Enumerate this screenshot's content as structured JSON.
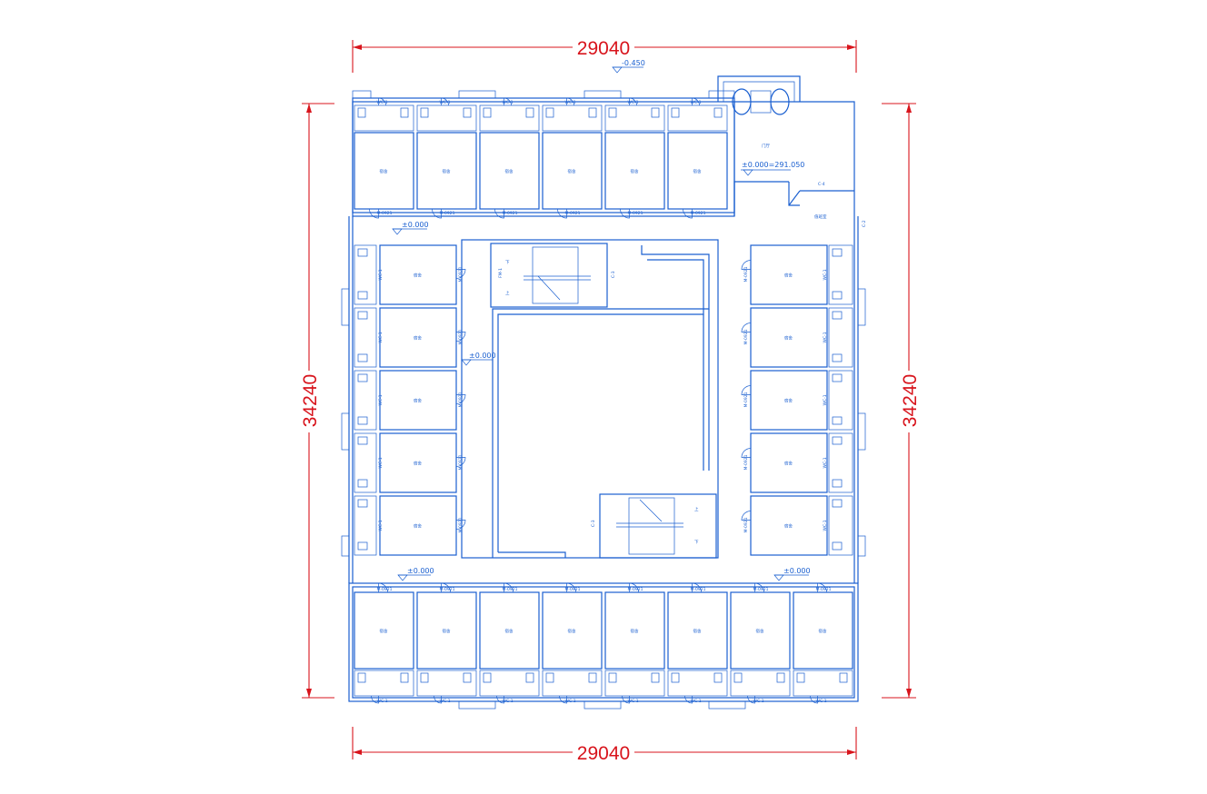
{
  "dimensions": {
    "top_width": "29040",
    "bottom_width": "29040",
    "left_height": "34240",
    "right_height": "34240"
  },
  "levels": {
    "entrance": "-0.450",
    "base_elevation": "±0.000=291.050",
    "corridor_west": "±0.000",
    "courtyard": "±0.000",
    "corridor_sw": "±0.000",
    "corridor_se": "±0.000"
  },
  "labels": {
    "room": "宿舍",
    "wc": "WC-1",
    "door_dorm": "M-0921",
    "door_wc": "M-0721",
    "window": "C-3",
    "window_lobby": "C-4",
    "window_east": "C-2",
    "fire_door": "FM-1",
    "duty_room": "值班室",
    "lobby": "门厅",
    "stair_up": "上",
    "stair_down": "下"
  },
  "colors": {
    "walls": "#1a5fd0",
    "dimensions": "#d8141c"
  }
}
